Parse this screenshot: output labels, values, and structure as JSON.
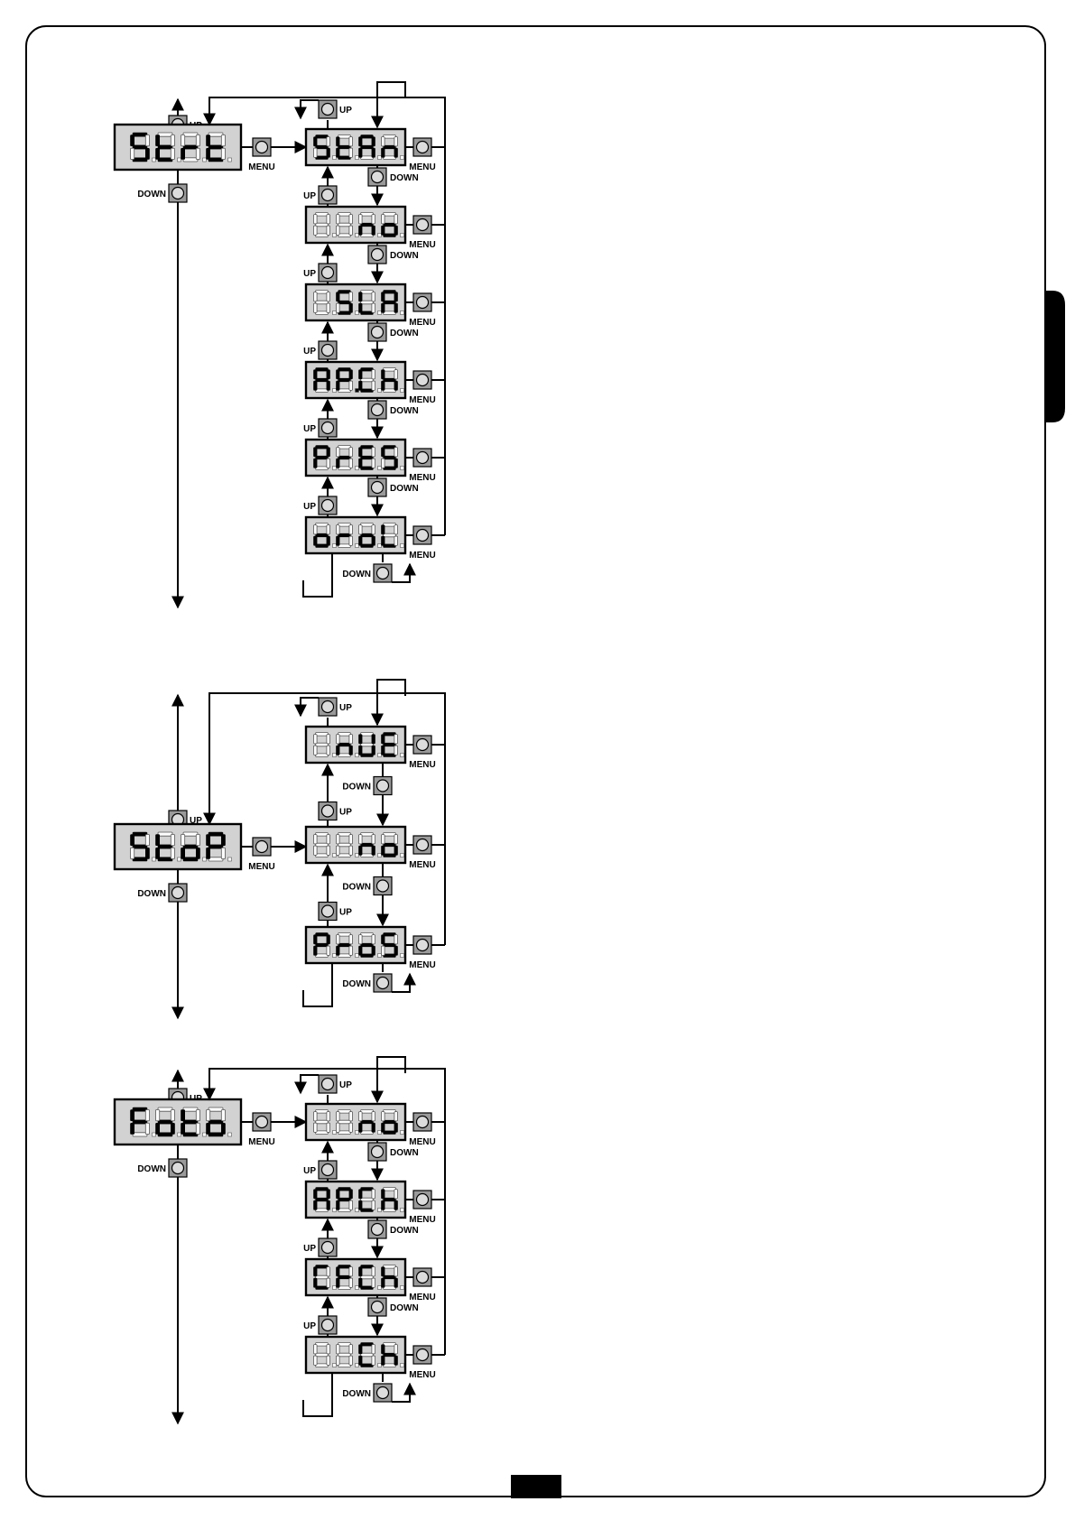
{
  "labels": {
    "up": "UP",
    "down": "DOWN",
    "menu": "MENU"
  },
  "colors": {
    "display_bg": "#d2d2d2",
    "segment_on": "#000000",
    "segment_off": "#ffffff",
    "button_bg": "#9a9a9a",
    "side_tab": "#000000",
    "page_marker": "#000000"
  },
  "sections": [
    {
      "main": [
        "S",
        "t",
        "r",
        "t"
      ],
      "menus": [
        [
          "S",
          "t",
          "A",
          "n"
        ],
        [
          "",
          "",
          "n",
          "o"
        ],
        [
          "",
          "S",
          "L",
          "A"
        ],
        [
          "A",
          "P.",
          "C",
          "h"
        ],
        [
          "P",
          "r",
          "E",
          "S"
        ],
        [
          "o",
          "r",
          "o",
          "L"
        ]
      ]
    },
    {
      "main": [
        "S",
        "t",
        "o",
        "P"
      ],
      "menus": [
        [
          "",
          "n",
          "U",
          "E"
        ],
        [
          "",
          "",
          "n",
          "o"
        ],
        [
          "P",
          "r",
          "o",
          "S"
        ]
      ]
    },
    {
      "main": [
        "F",
        "o",
        "t",
        "o"
      ],
      "menus": [
        [
          "",
          "",
          "n",
          "o"
        ],
        [
          "A",
          "P",
          "C",
          "h"
        ],
        [
          "C",
          "F",
          "C",
          "h"
        ],
        [
          "",
          "",
          "C",
          "h"
        ]
      ]
    }
  ]
}
